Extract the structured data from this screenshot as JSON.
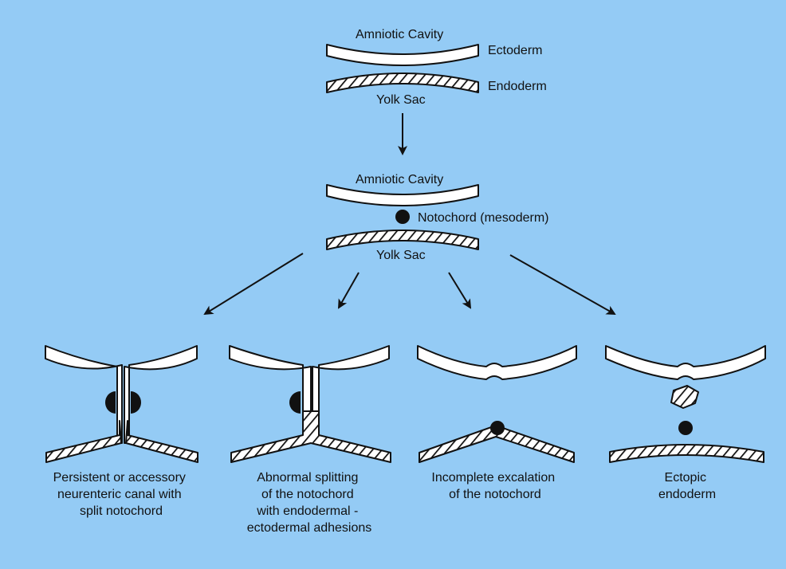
{
  "top": {
    "amniotic_cavity": "Amniotic Cavity",
    "ectoderm": "Ectoderm",
    "endoderm": "Endoderm",
    "yolk_sac": "Yolk Sac"
  },
  "middle": {
    "amniotic_cavity": "Amniotic Cavity",
    "notochord": "Notochord (mesoderm)",
    "yolk_sac": "Yolk Sac"
  },
  "outcomes": [
    {
      "lines": [
        "Persistent or accessory",
        "neurenteric canal with",
        "split notochord"
      ]
    },
    {
      "lines": [
        "Abnormal splitting",
        "of the notochord",
        "with endodermal -",
        "ectodermal adhesions"
      ]
    },
    {
      "lines": [
        "Incomplete excalation",
        "of the notochord"
      ]
    },
    {
      "lines": [
        "Ectopic",
        "endoderm"
      ]
    }
  ],
  "colors": {
    "background": "#94cbf5",
    "ink": "#111111",
    "sheet": "#ffffff"
  }
}
